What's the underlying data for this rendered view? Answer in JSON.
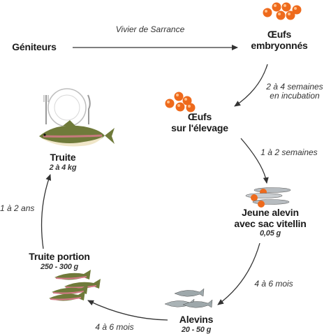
{
  "nodes": {
    "geniteurs": {
      "label": "Géniteurs"
    },
    "oeufs_embryonnes": {
      "line1": "Œufs",
      "line2": "embryonnés"
    },
    "oeufs_elevage": {
      "line1": "Œufs",
      "line2": "sur l'élevage"
    },
    "jeune_alevin": {
      "line1": "Jeune alevin",
      "line2": "avec sac vitellin",
      "detail": "0,05 g"
    },
    "alevins": {
      "label": "Alevins",
      "detail": "20 - 50 g"
    },
    "truite_portion": {
      "label": "Truite portion",
      "detail": "250 - 300 g"
    },
    "truite": {
      "label": "Truite",
      "detail": "2 à 4 kg"
    }
  },
  "edges": {
    "vivier": "Vivier de Sarrance",
    "incubation_line1": "2 à 4 semaines",
    "incubation_line2": "en incubation",
    "one_two_weeks": "1 à 2 semaines",
    "four_six_months_right": "4 à 6 mois",
    "four_six_months_bottom": "4 à 6 mois",
    "one_two_years": "1 à 2 ans"
  },
  "colors": {
    "egg": "#ee6a1c",
    "egg_highlight": "#ffc08a",
    "trout_back": "#6f7a3a",
    "trout_belly": "#f0e6c8",
    "trout_stripe": "#d77a8a",
    "arrow": "#333333"
  },
  "icons": [
    "egg-cluster-icon",
    "plate-with-fork-and-knife-icon",
    "trout-icon",
    "larva-icon",
    "fry-icon"
  ]
}
